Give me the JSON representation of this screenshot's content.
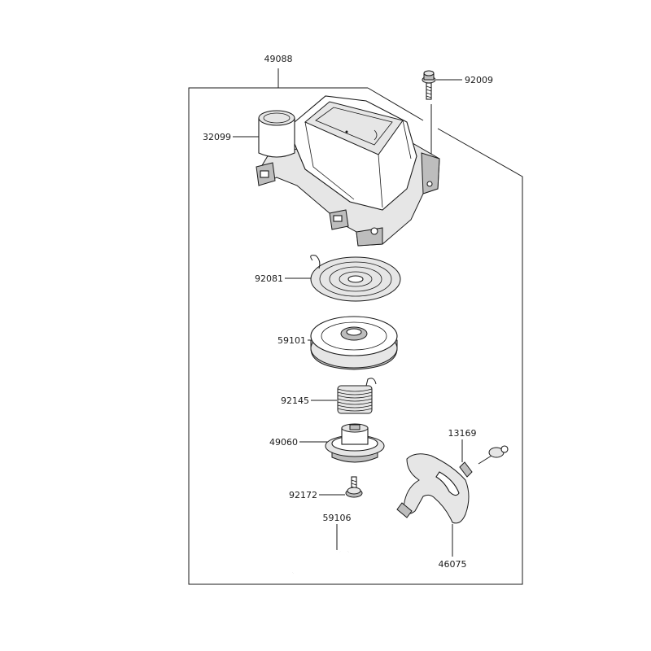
{
  "parts": {
    "assembly": "49088",
    "bolt_top": "92009",
    "collar": "32099",
    "spiral_spring": "92081",
    "pulley": "59101",
    "coil_spring": "92145",
    "ratchet": "49060",
    "screw": "92172",
    "rope": "59106",
    "clip": "13169",
    "handle": "46075"
  }
}
